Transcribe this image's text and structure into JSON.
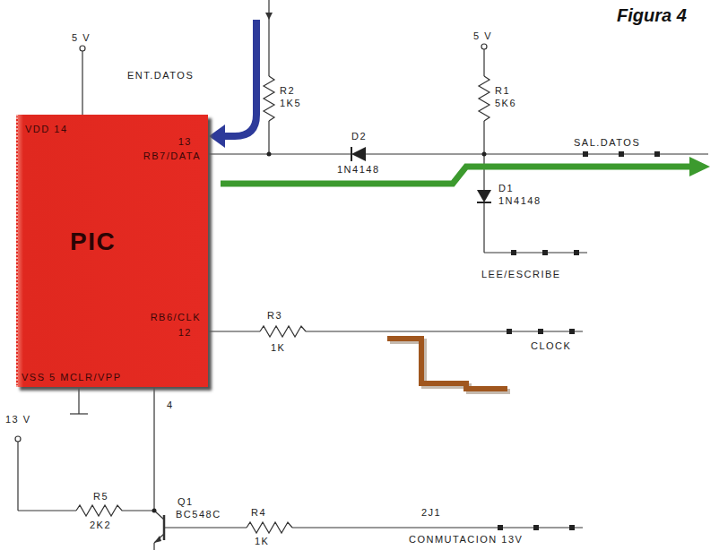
{
  "diagram": {
    "title": "Figura 4",
    "nodes": [
      {
        "text": [
          "VDD 14",
          "13",
          "RB7/DATA",
          "PIC",
          "RB6/CLK",
          "12",
          "VSS 5 MCLR/VPP"
        ]
      }
    ],
    "labels": [
      "5 V",
      "ENT.DATOS",
      "R2",
      "1K5",
      "5 V",
      "R1",
      "5K6",
      "D2",
      "1N4148",
      "SAL.DATOS",
      "D1",
      "1N4148",
      "LEE/ESCRIBE",
      "R3",
      "1K",
      "CLOCK",
      "13 V",
      "4",
      "R5",
      "2K2",
      "Q1",
      "BC548C",
      "R4",
      "1K",
      "2J1",
      "CONMUTACION 13V"
    ]
  }
}
